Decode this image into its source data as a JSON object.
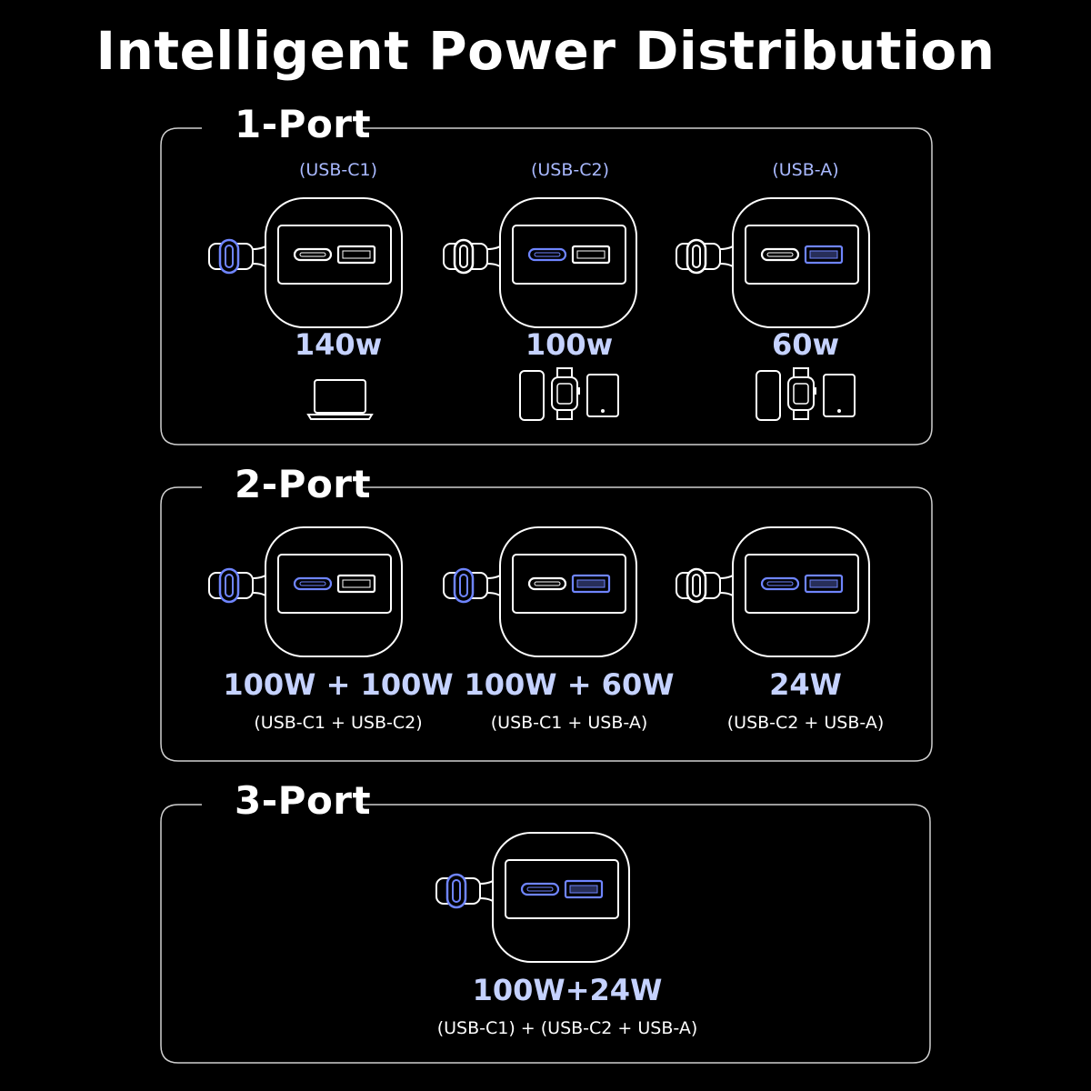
{
  "title": "Intelligent Power Distribution",
  "colors": {
    "accent": "#6f85ff",
    "text": "#ffffff",
    "frame": "#cfcfcf",
    "watt": "#c5d2ff"
  },
  "sections": [
    {
      "heading": "1-Port",
      "items": [
        {
          "port": "(USB-C1)",
          "watt": "140w",
          "active": [
            "c1"
          ],
          "devices": [
            "laptop-icon"
          ]
        },
        {
          "port": "(USB-C2)",
          "watt": "100w",
          "active": [
            "c2"
          ],
          "devices": [
            "phone-icon",
            "watch-icon",
            "tablet-icon"
          ]
        },
        {
          "port": "(USB-A)",
          "watt": "60w",
          "active": [
            "a"
          ],
          "devices": [
            "phone-icon",
            "watch-icon",
            "tablet-icon"
          ]
        }
      ]
    },
    {
      "heading": "2-Port",
      "items": [
        {
          "watt": "100W + 100W",
          "combo": "(USB-C1 + USB-C2)",
          "active": [
            "c1",
            "c2"
          ]
        },
        {
          "watt": "100W + 60W",
          "combo": "(USB-C1 + USB-A)",
          "active": [
            "c1",
            "a"
          ]
        },
        {
          "watt": "24W",
          "combo": "(USB-C2 + USB-A)",
          "active": [
            "c2",
            "a"
          ]
        }
      ]
    },
    {
      "heading": "3-Port",
      "items": [
        {
          "watt": "100W+24W",
          "combo": "(USB-C1) + (USB-C2 + USB-A)",
          "active": [
            "c1",
            "c2",
            "a"
          ]
        }
      ]
    }
  ]
}
